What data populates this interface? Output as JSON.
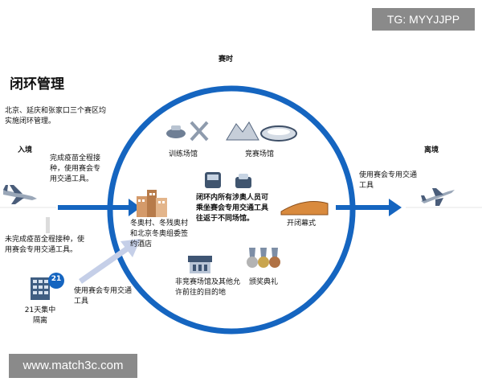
{
  "watermark_tg": "TG: MYYJJPP",
  "watermark_url": "www.match3c.com",
  "title": "闭环管理",
  "intro": "北京、延庆和张家口三个赛区均实施闭环管理。",
  "label_top": "赛时",
  "label_entry": "入境",
  "label_exit": "离境",
  "vaccinated_note": "完成疫苗全程接种，使用赛会专用交通工具。",
  "unvaccinated_note": "未完成疫苗全程接种，使用赛会专用交通工具。",
  "quarantine_days_badge": "21",
  "quarantine_note": "21天集中隔离",
  "transport_to_circle_note": "使用赛会专用交通工具",
  "exit_note": "使用赛会专用交通工具",
  "venue_training": "训练场馆",
  "venue_competition": "竞赛场馆",
  "venue_hotels": "冬奥村、冬残奥村和北京冬奥组委签约酒店",
  "center_note": "闭环内所有涉奥人员可乘坐赛会专用交通工具往返于不同场馆。",
  "venue_opening": "开闭幕式",
  "venue_non_competition": "非竞赛场馆及其他允许前往的目的地",
  "venue_medals": "颁奖典礼",
  "colors": {
    "circle": "#1565c0",
    "arrow": "#1565c0",
    "light_arrow": "#c5cfe8",
    "badge": "#8a8a8a"
  }
}
